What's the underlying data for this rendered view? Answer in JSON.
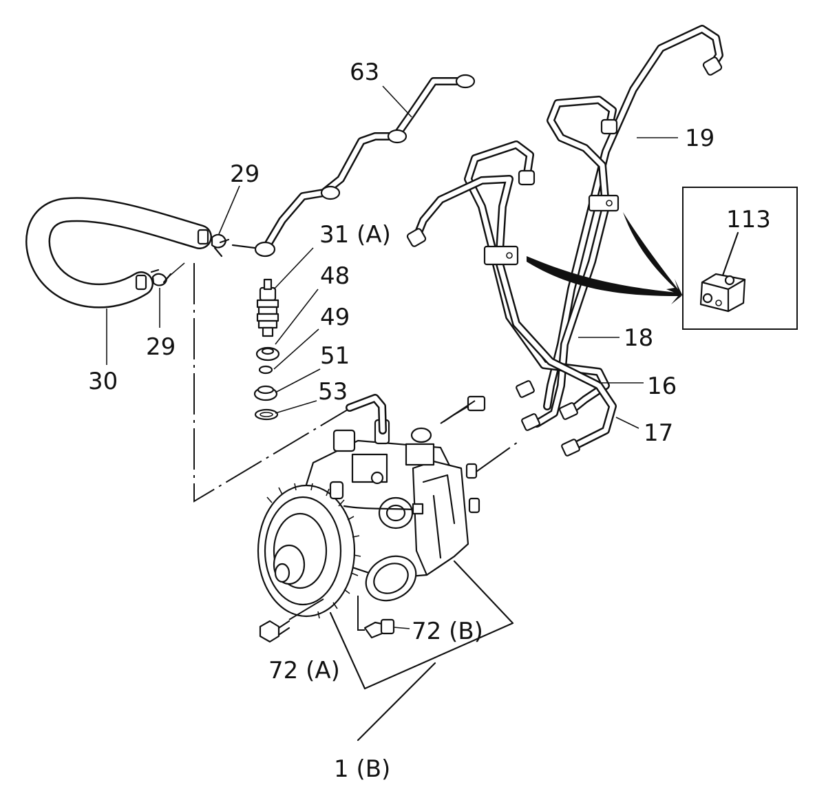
{
  "diagram": {
    "callouts": [
      {
        "id": "63",
        "text": "63"
      },
      {
        "id": "29a",
        "text": "29"
      },
      {
        "id": "29b",
        "text": "29"
      },
      {
        "id": "30",
        "text": "30"
      },
      {
        "id": "31A",
        "text": "31 (A)"
      },
      {
        "id": "48",
        "text": "48"
      },
      {
        "id": "49",
        "text": "49"
      },
      {
        "id": "51",
        "text": "51"
      },
      {
        "id": "53",
        "text": "53"
      },
      {
        "id": "19",
        "text": "19"
      },
      {
        "id": "113",
        "text": "113"
      },
      {
        "id": "18",
        "text": "18"
      },
      {
        "id": "16",
        "text": "16"
      },
      {
        "id": "17",
        "text": "17"
      },
      {
        "id": "72B",
        "text": "72 (B)"
      },
      {
        "id": "72A",
        "text": "72 (A)"
      },
      {
        "id": "1B",
        "text": "1 (B)"
      }
    ]
  }
}
